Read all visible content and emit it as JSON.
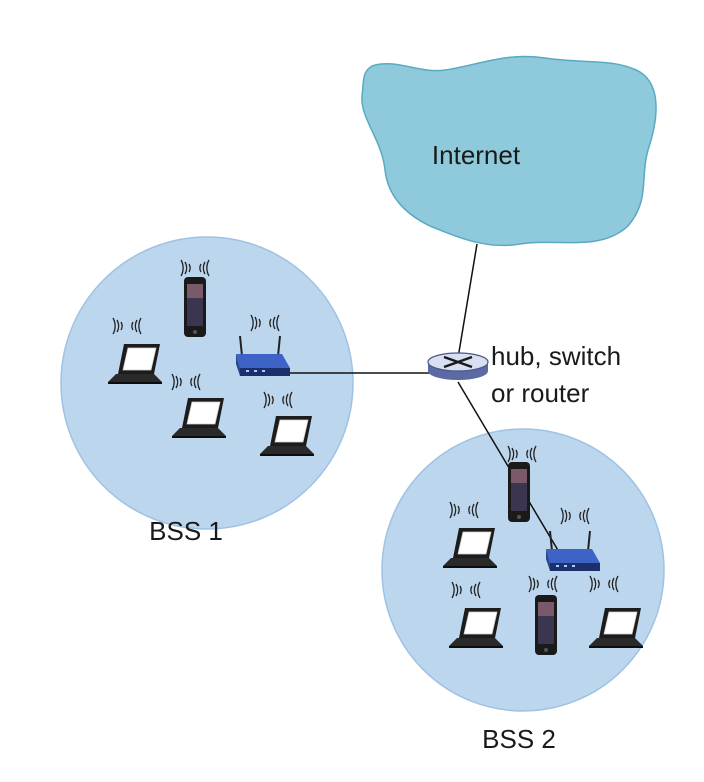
{
  "labels": {
    "cloud": "Internet",
    "device_line1": "hub, switch",
    "device_line2": "or router",
    "bss1": "BSS 1",
    "bss2": "BSS 2"
  },
  "colors": {
    "cloud_fill": "#8ecadb",
    "cloud_stroke": "#5aa9c2",
    "bss_fill": "#bcd6ee",
    "bss_stroke": "#9fc2e3",
    "link": "#111111",
    "router_blue": "#3d63c7",
    "laptop_dark": "#1c1c1c",
    "screen": "#ffffff",
    "phone": "#1a1a1a"
  }
}
